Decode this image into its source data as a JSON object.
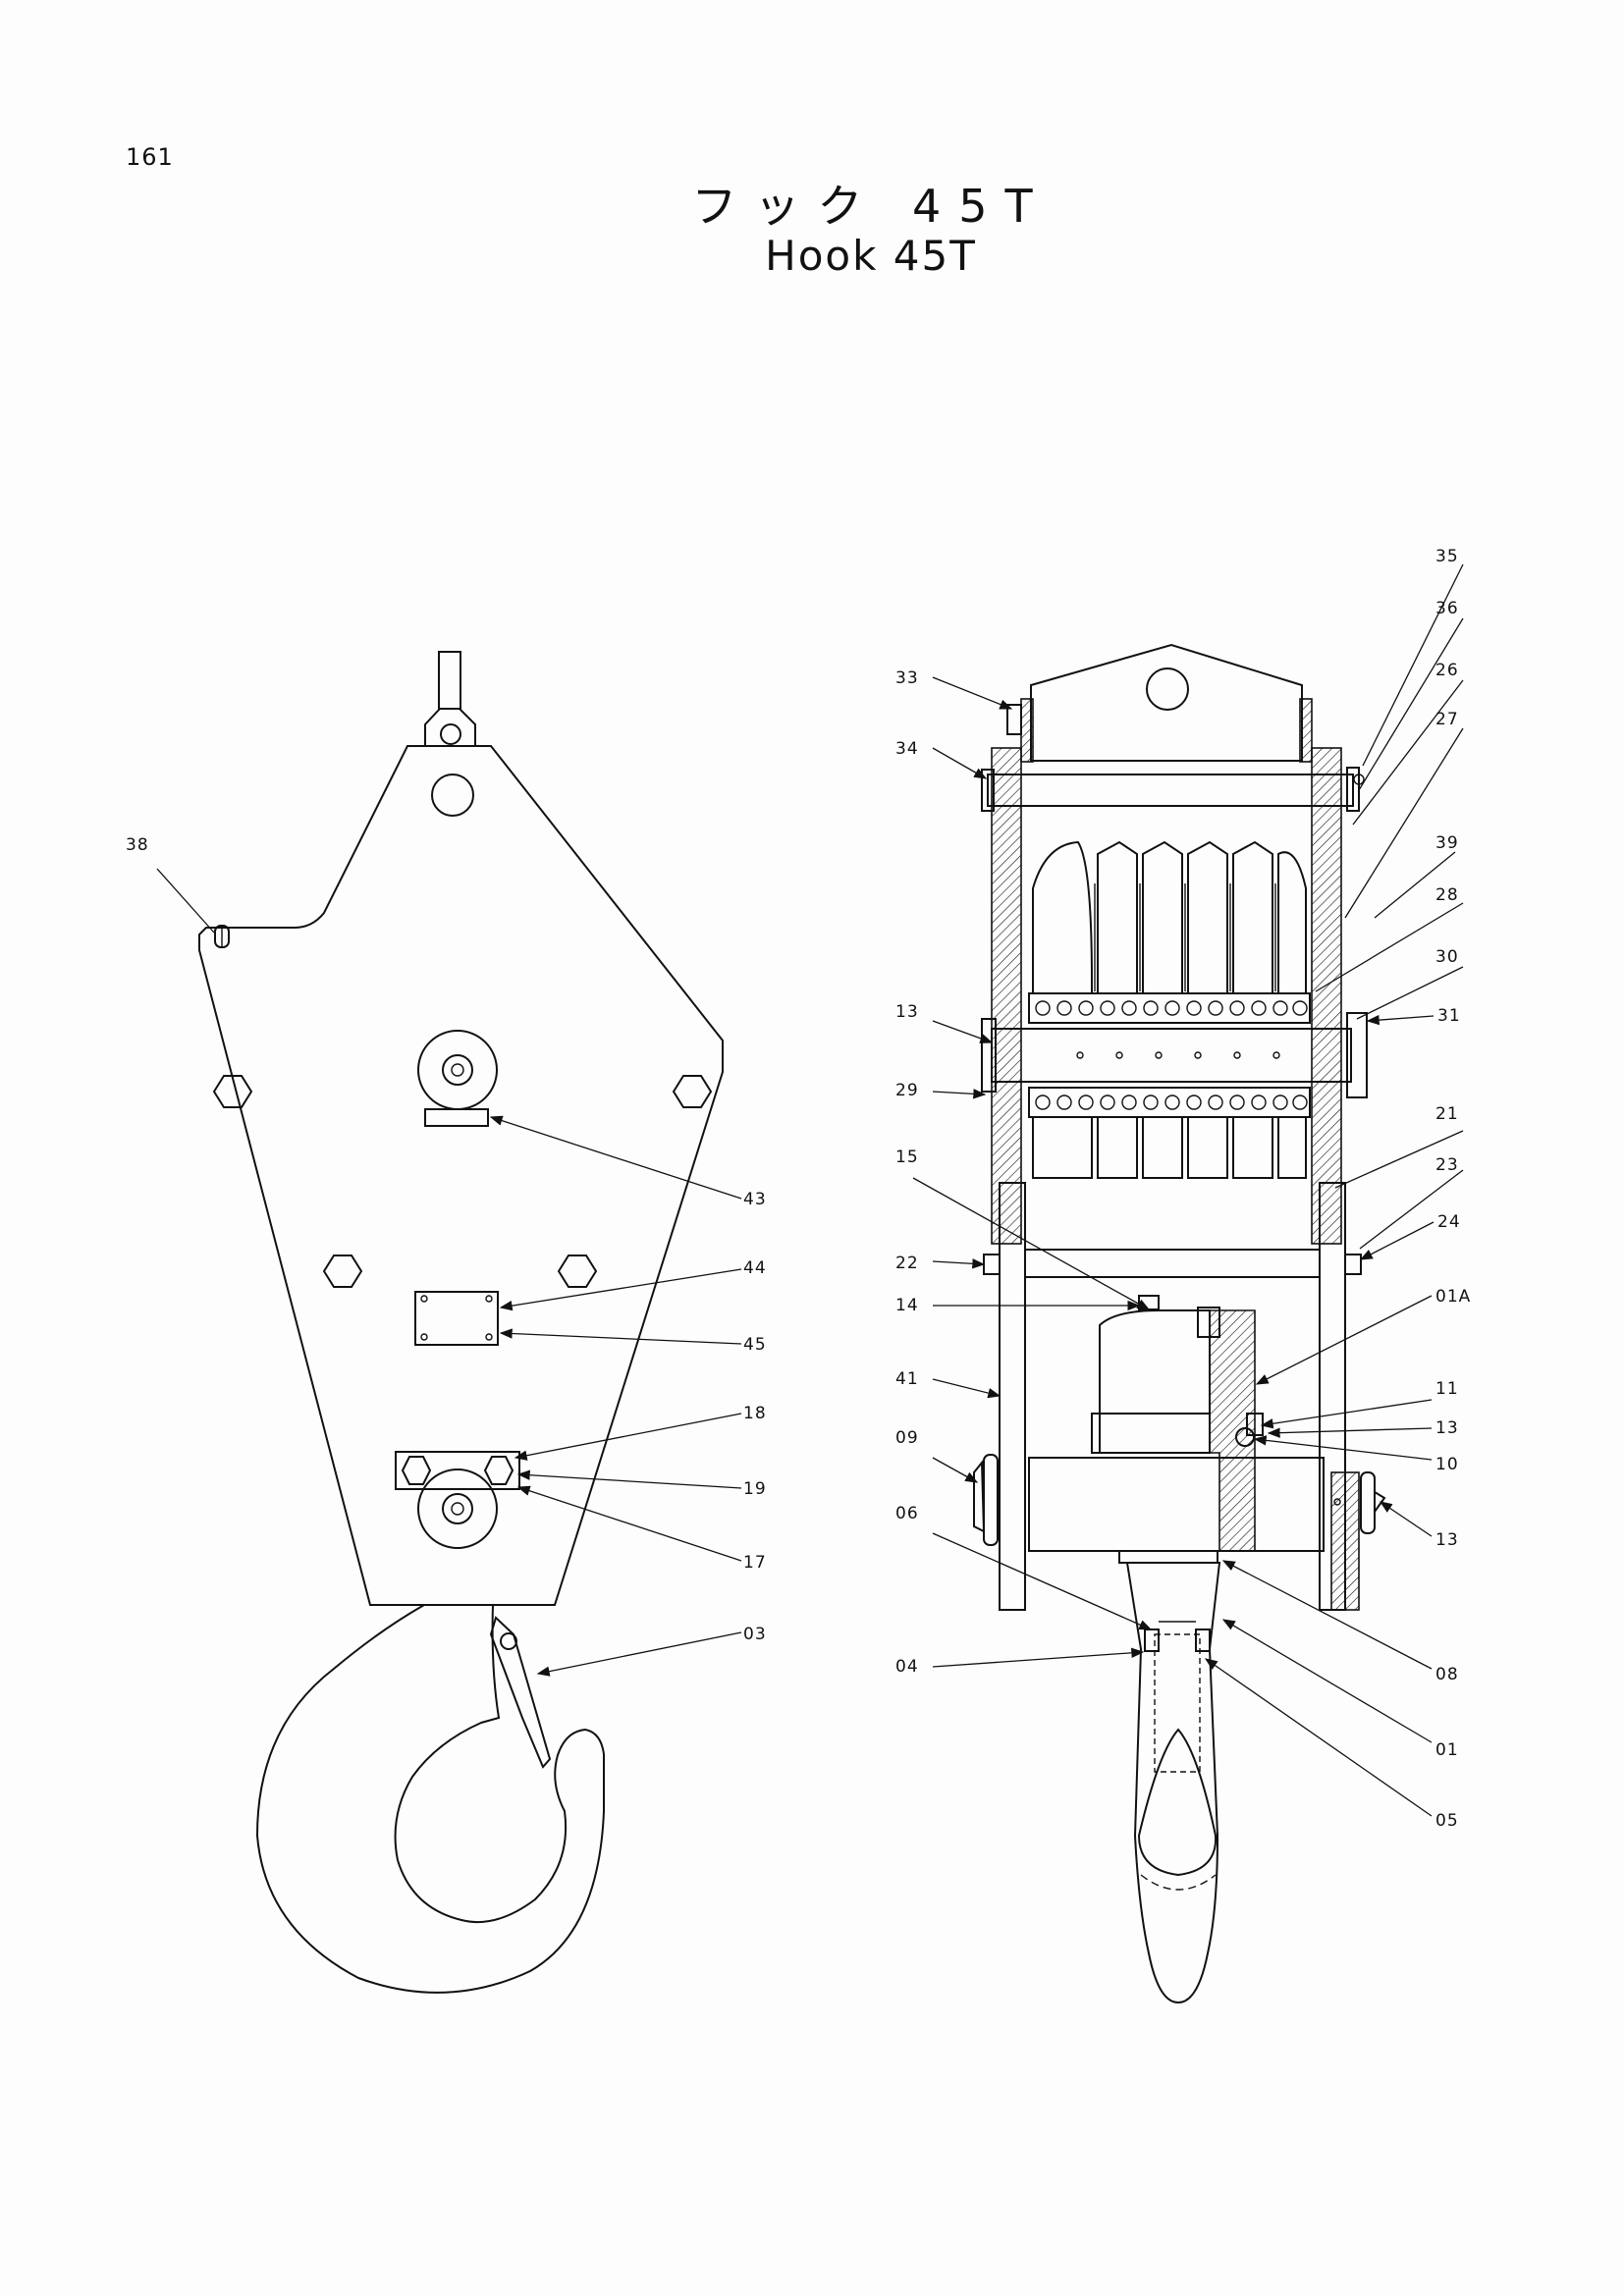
{
  "page": {
    "number": "161",
    "title_jp": "フック 45T",
    "title_en": "Hook 45T"
  },
  "callouts": {
    "c01": "01",
    "c01A": "01A",
    "c03": "03",
    "c04": "04",
    "c05": "05",
    "c06": "06",
    "c08": "08",
    "c09": "09",
    "c10": "10",
    "c11": "11",
    "c13a": "13",
    "c13b": "13",
    "c13c": "13",
    "c14": "14",
    "c15": "15",
    "c17": "17",
    "c18": "18",
    "c19": "19",
    "c21": "21",
    "c22": "22",
    "c23": "23",
    "c24": "24",
    "c26": "26",
    "c27": "27",
    "c28": "28",
    "c29": "29",
    "c30": "30",
    "c31": "31",
    "c33": "33",
    "c34": "34",
    "c35": "35",
    "c36": "36",
    "c38": "38",
    "c39": "39",
    "c41": "41",
    "c43": "43",
    "c44": "44",
    "c45": "45"
  }
}
